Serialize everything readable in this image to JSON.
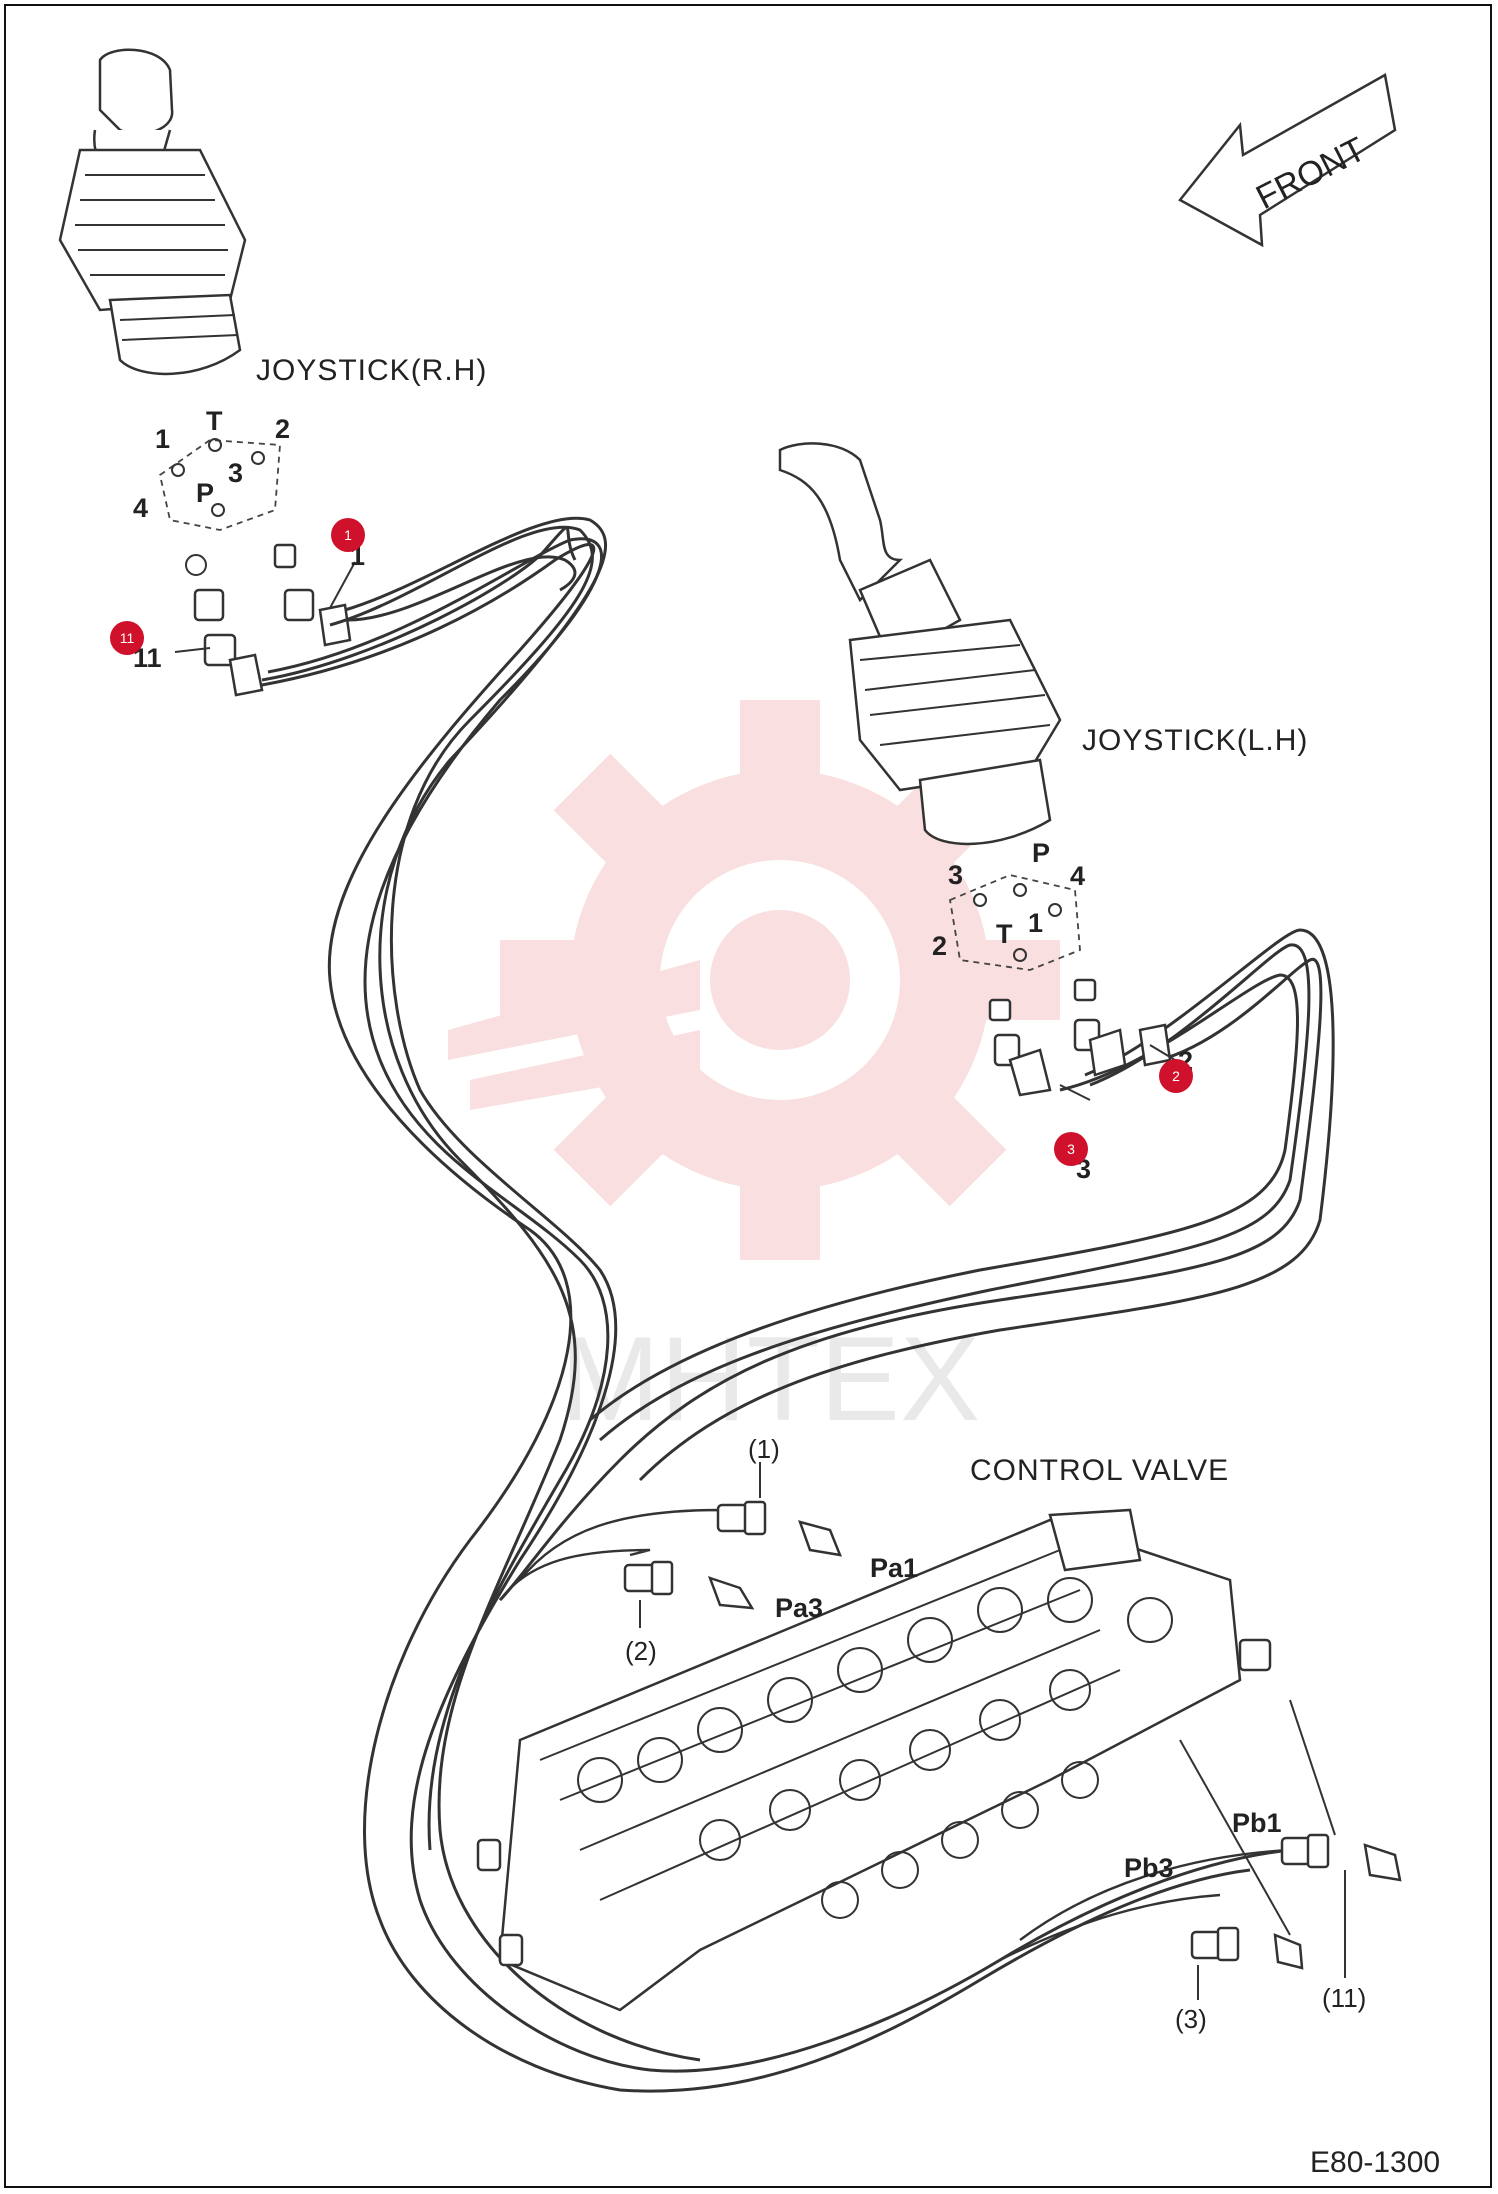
{
  "labels": {
    "front": "FRONT",
    "joystick_rh": "JOYSTICK(R.H)",
    "joystick_lh": "JOYSTICK(L.H)",
    "control_valve": "CONTROL VALVE",
    "watermark": "MHTEX",
    "drawing_code": "E80-1300"
  },
  "rh_ports": {
    "t": "T",
    "p": "P",
    "p1": "1",
    "p2": "2",
    "p3": "3",
    "p4": "4"
  },
  "lh_ports": {
    "t": "T",
    "p": "P",
    "p1": "1",
    "p2": "2",
    "p3": "3",
    "p4": "4"
  },
  "hose_labels": {
    "h1": "1",
    "h11": "11",
    "h2": "2",
    "h3": "3"
  },
  "valve_ports": {
    "pa1": "Pa1",
    "pa3": "Pa3",
    "pb1": "Pb1",
    "pb3": "Pb3"
  },
  "hose_end_labels": {
    "e1": "(1)",
    "e2": "(2)",
    "e3": "(3)",
    "e11": "(11)"
  },
  "callouts": {
    "c1": "1",
    "c11": "11",
    "c2": "2",
    "c3": "3"
  },
  "colors": {
    "callout": "#d0112b",
    "watermark": "#f5c6c8",
    "line": "#333333"
  }
}
